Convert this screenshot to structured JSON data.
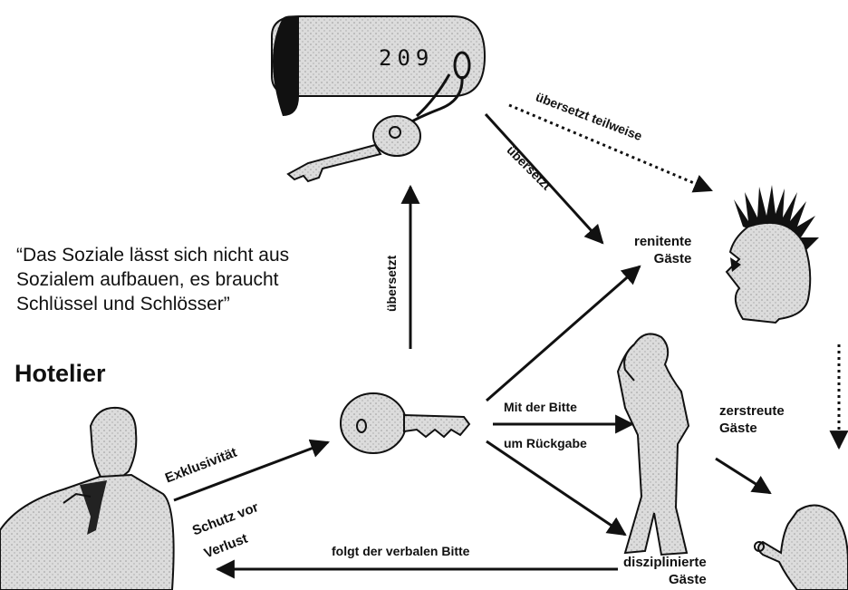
{
  "quote": {
    "line1": "“Das Soziale lässt sich nicht aus",
    "line2": "Sozialem aufbauen, es braucht",
    "line3": "Schlüssel und Schlösser”"
  },
  "actor": {
    "label": "Hotelier"
  },
  "key_tag": {
    "number": "209"
  },
  "guests": {
    "renitent": {
      "line1": "renitente",
      "line2": "Gäste"
    },
    "zerstreut": {
      "line1": "zerstreute",
      "line2": "Gäste"
    },
    "diszipliniert": {
      "line1": "disziplinierte",
      "line2": "Gäste"
    }
  },
  "edges": {
    "exklusivitaet": "Exklusivität",
    "schutz_line1": "Schutz vor",
    "schutz_line2": "Verlust",
    "uebersetzt_vertical": "übersetzt",
    "uebersetzt_diagonal": "übersetzt",
    "uebersetzt_teilweise": "übersetzt teilweise",
    "bitte_line1": "Mit der Bitte",
    "bitte_line2": "um Rückgabe",
    "folgt": "folgt der verbalen Bitte"
  },
  "colors": {
    "ink": "#111111",
    "fill": "#d9d9d9"
  }
}
